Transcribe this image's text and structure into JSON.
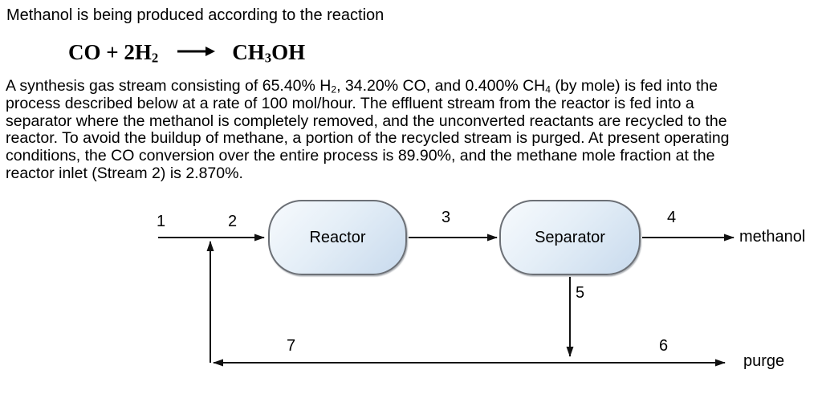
{
  "theme": {
    "page-bg": "#ffffff",
    "ink": "#000000",
    "line": "#111111",
    "unit-border": "#6c7076",
    "unit-a": "#f7fafd",
    "unit-b": "#e4eef7",
    "unit-c": "#c8daed"
  },
  "problem": {
    "intro": "Methanol is being produced according to the reaction",
    "equation": {
      "lhs": "CO + 2H_{2}",
      "arrow": "→",
      "rhs": "CH_{3}OH"
    },
    "body_lines": [
      "A synthesis gas stream consisting of 65.40% H_{2}, 34.20% CO, and 0.400% CH_{4} (by mole) is fed into the",
      "process described below at a rate of 100 mol/hour. The effluent stream from the reactor is fed into a",
      "separator where the methanol is completely removed, and the unconverted reactants are recycled to the",
      "reactor. To avoid the buildup of methane, a portion of the recycled stream is purged. At present operating",
      "conditions, the CO conversion over the entire process is 89.90%, and the methane mole fraction at the",
      "reactor inlet (Stream 2) is 2.870%."
    ]
  },
  "diagram": {
    "units": {
      "reactor": "Reactor",
      "separator": "Separator"
    },
    "stream_labels": {
      "s1": "1",
      "s2": "2",
      "s3": "3",
      "s4": "4",
      "s5": "5",
      "s6": "6",
      "s7": "7"
    },
    "product_label": "methanol",
    "purge_label": "purge"
  }
}
